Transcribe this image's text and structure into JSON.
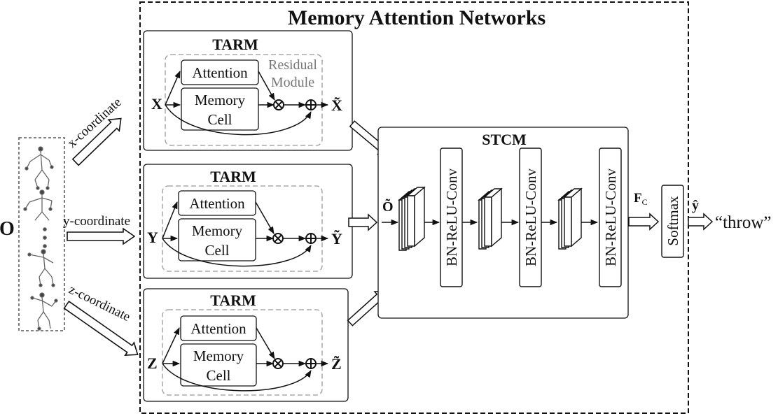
{
  "title": "Memory Attention Networks",
  "input_symbol": "O",
  "coord_labels": {
    "x": "x-coordinate",
    "y": "y-coordinate",
    "z": "z-coordinate"
  },
  "tarm": [
    {
      "title": "TARM",
      "input": "X",
      "output": "X̃",
      "attention": "Attention",
      "memory_line1": "Memory",
      "memory_line2": "Cell",
      "residual_line1": "Residual",
      "residual_line2": "Module"
    },
    {
      "title": "TARM",
      "input": "Y",
      "output": "Ỹ",
      "attention": "Attention",
      "memory_line1": "Memory",
      "memory_line2": "Cell"
    },
    {
      "title": "TARM",
      "input": "Z",
      "output": "Z̃",
      "attention": "Attention",
      "memory_line1": "Memory",
      "memory_line2": "Cell"
    }
  ],
  "stcm": {
    "title": "STCM",
    "input": "Õ",
    "layers": [
      "BN-ReLU-Conv",
      "BN-ReLU-Conv",
      "BN-ReLU-Conv"
    ],
    "feature_symbol": "F",
    "feature_sub": "C",
    "softmax": "Softmax",
    "output_symbol": "ŷ"
  },
  "result": "“throw”"
}
